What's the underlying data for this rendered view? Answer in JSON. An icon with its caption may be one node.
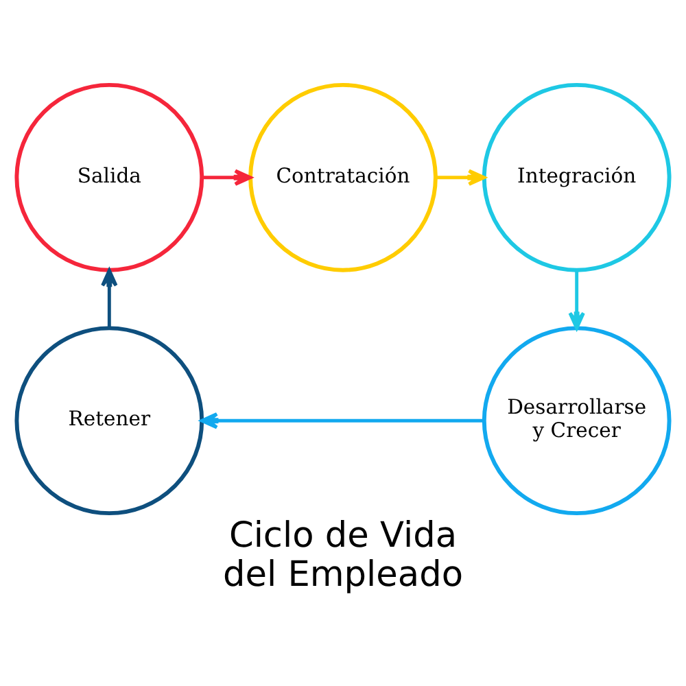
{
  "diagram": {
    "title": "Ciclo de Vida del Empleado",
    "nodes": [
      {
        "text": [
          "Contratación"
        ]
      },
      {
        "text": [
          "Integración"
        ]
      },
      {
        "text": [
          "Desarrollarse y Crecer"
        ]
      },
      {
        "text": [
          "Retener"
        ]
      },
      {
        "text": [
          "Salida"
        ]
      }
    ],
    "edges": [
      {
        "from": 0,
        "to": 1,
        "arrow": "to",
        "color": "#ffcc00"
      },
      {
        "from": 1,
        "to": 2,
        "arrow": "to",
        "color": "#1ec8e4"
      },
      {
        "from": 2,
        "to": 3,
        "arrow": "to",
        "color": "#12a9ef"
      },
      {
        "from": 3,
        "to": 4,
        "arrow": "to",
        "color": "#0e4f7e"
      },
      {
        "from": 4,
        "to": 0,
        "arrow": "to",
        "color": "#f5263b"
      }
    ]
  }
}
